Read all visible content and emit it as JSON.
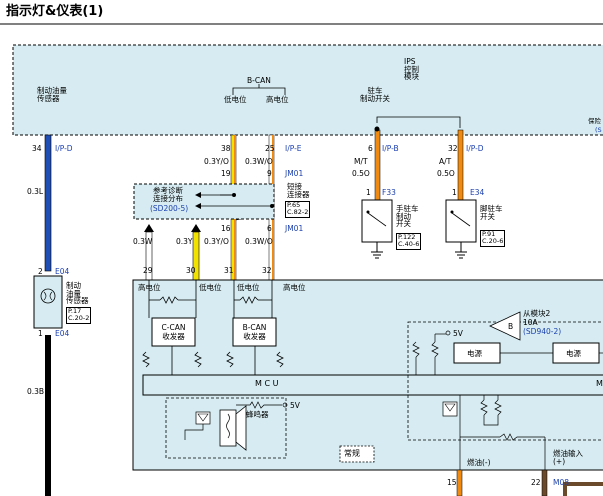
{
  "title": "指示灯&仪表(1)",
  "ips": {
    "label": "IPS\n控制\n模块",
    "right_label": "保险",
    "right_sd": "(S"
  },
  "sensor_top": "制动油量\n传感器",
  "bcan_top": {
    "title": "B-CAN",
    "low": "低电位",
    "high": "高电位"
  },
  "parking_top": "驻车\n制动开关",
  "connectors": {
    "c34": "34",
    "c38": "38",
    "c25": "25",
    "c6a": "6",
    "c32a": "32",
    "ip_d1": "I/P-D",
    "ip_e": "I/P-E",
    "ip_b": "I/P-B",
    "ip_d2": "I/P-D",
    "c19": "19",
    "c9": "9",
    "jm01a": "JM01",
    "c16": "16",
    "c6b": "6",
    "jm01b": "JM01",
    "c2": "2",
    "e04a": "E04",
    "c1": "1",
    "e04b": "E04",
    "c29": "29",
    "c30": "30",
    "c31": "31",
    "c32b": "32",
    "c6c": "6",
    "c1b": "1",
    "f33": "F33",
    "c32c": "32",
    "c1c": "1",
    "e34": "E34",
    "c15": "15",
    "c22": "22",
    "m08": "M08"
  },
  "wires": {
    "w03l": "0.3L",
    "w03b": "0.3B",
    "w03yo1": "0.3Y/O",
    "w03wo1": "0.3W/O",
    "w03yo2": "0.3Y/O",
    "w03wo2": "0.3W/O",
    "w03w": "0.3W",
    "w03y": "0.3Y",
    "mt": "M/T",
    "at": "A/T",
    "o5a": "0.5O",
    "o5b": "0.5O"
  },
  "diag": {
    "label": "参考诊断\n连接分布",
    "ref": "(SD200-5)"
  },
  "jconn": {
    "label": "短接\n连接器",
    "page": "P.65",
    "code": "C.82-2"
  },
  "hand_sw": {
    "label": "手驻车\n制动\n开关",
    "page": "P.122",
    "code": "C.40-6"
  },
  "foot_sw": {
    "label": "脚驻车\n开关",
    "page": "P.91",
    "code": "C.20-6"
  },
  "sensor": {
    "label": "制动\n油量\n传感器",
    "page": "P.17",
    "code": "C.20-2"
  },
  "cluster": {
    "high1": "高电位",
    "low1": "低电位",
    "low2": "低电位",
    "high2": "高电位",
    "ccan": "C-CAN\n收发器",
    "bcan": "B-CAN\n收发器",
    "mcu": "M C U",
    "m_right": "M",
    "buzzer": "蜂鸣器",
    "v5a": "5V",
    "v5b": "5V",
    "module2": "从模块2",
    "amp": "10A",
    "sd940": "(SD940-2)",
    "power1": "电源",
    "power2": "电源",
    "b": "B",
    "normal": "常规",
    "fuel_minus": "燃油(-)",
    "fuel_input": "燃油输入\n(+)"
  },
  "colors": {
    "blue_wire": "#1f4fb5",
    "yellow_wire": "#f2e200",
    "orange_wire": "#f08a10",
    "brown_wire": "#6b4a2b",
    "green_wire": "#2e8a3a",
    "dashed_fill": "#d6ecf2",
    "label_blue": "#1b3fae"
  }
}
